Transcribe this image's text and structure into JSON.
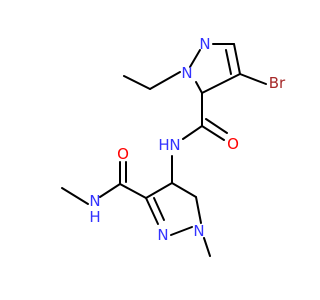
{
  "molecule": {
    "colors": {
      "carbon": "#000000",
      "nitrogen": "#3333ff",
      "oxygen": "#ff0000",
      "bromine": "#a62929",
      "background": "#ffffff"
    },
    "atoms": {
      "N_upper_ring_top": "N",
      "N_upper_ring_ethyl": "N",
      "Br": "Br",
      "O_upper_amide": "O",
      "NH_upper_amide": "N",
      "H_upper_amide": "H",
      "O_lower_amide": "O",
      "NH_lower_amide": "N",
      "H_lower_amide": "H",
      "N_lower_ring_left": "N",
      "N_lower_ring_methyl": "N"
    }
  }
}
